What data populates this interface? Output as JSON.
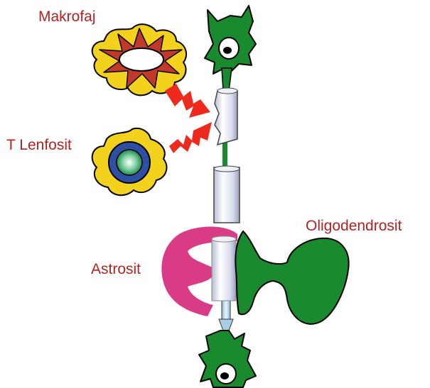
{
  "labels": {
    "macrophage": "Makrofaj",
    "t_lymphocyte": "T Lenfosit",
    "astrocyte": "Astrosit",
    "oligodendrocyte": "Oligodendrosit"
  },
  "colors": {
    "label_text": "#b22222",
    "neuron_green": "#1a8a2e",
    "outline": "#000000",
    "attack_arrow": "#ee2a1e",
    "macrophage_outer": "#f2d21c",
    "macrophage_inner": "#c0392b",
    "lymphocyte_ring": "#2f4fa2",
    "lymphocyte_core": "#2f9a5a",
    "astrocyte_pink": "#d93b86",
    "myelin": "#dfe3f0",
    "axon_stub": "#bcd9ee"
  },
  "icons": [
    "macrophage-cell-icon",
    "t-lymphocyte-cell-icon",
    "neuron-icon",
    "astrocyte-icon",
    "oligodendrocyte-icon",
    "attack-arrow-icon"
  ]
}
